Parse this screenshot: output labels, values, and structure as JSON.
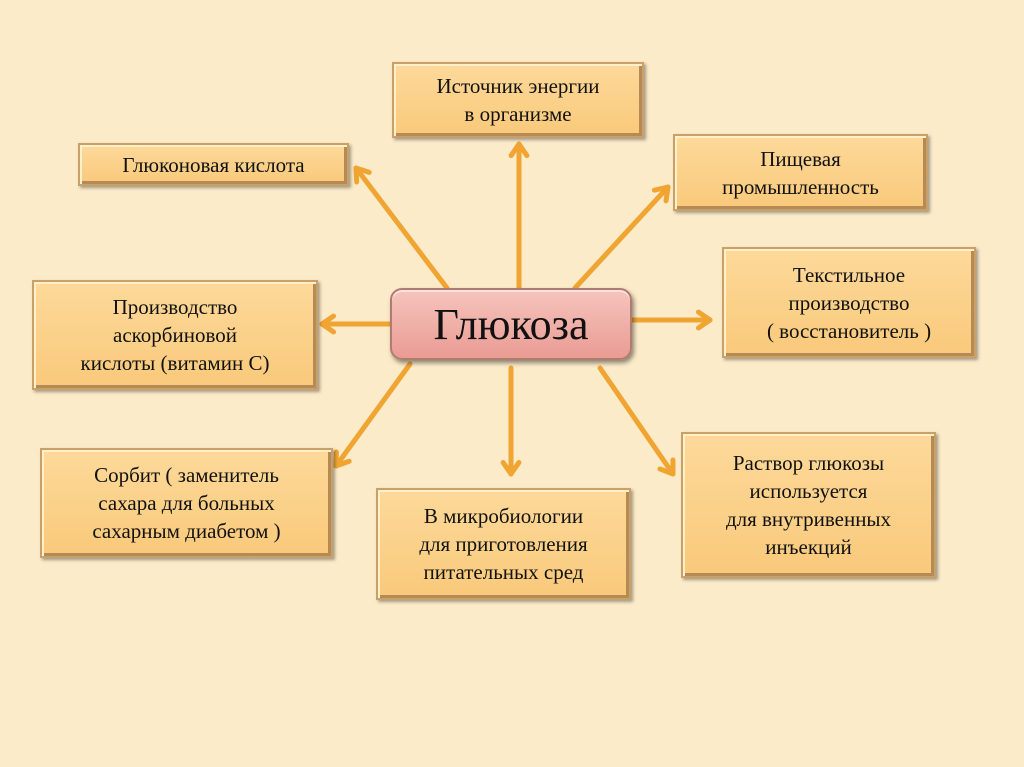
{
  "center": {
    "label": "Глюкоза",
    "color": "#eaa79f"
  },
  "arrow_color": "#f0a431",
  "nodes": [
    {
      "id": "energy",
      "lines": [
        "Источник энергии",
        "в организме"
      ]
    },
    {
      "id": "gluconic",
      "lines": [
        "Глюконовая кислота"
      ]
    },
    {
      "id": "food",
      "lines": [
        "Пищевая",
        "промышленность"
      ]
    },
    {
      "id": "textile",
      "lines": [
        "Текстильное",
        "производство",
        "( восстановитель )"
      ]
    },
    {
      "id": "ascorbic",
      "lines": [
        "Производство",
        "аскорбиновой",
        "кислоты (витамин С)"
      ]
    },
    {
      "id": "sorbitol",
      "lines": [
        "Сорбит ( заменитель",
        "сахара для больных",
        "сахарным диабетом )"
      ]
    },
    {
      "id": "microbio",
      "lines": [
        "В микробиологии",
        "для приготовления",
        "питательных сред"
      ]
    },
    {
      "id": "solution",
      "lines": [
        "Раствор глюкозы",
        "используется",
        "для внутривенных",
        "инъекций"
      ]
    }
  ]
}
